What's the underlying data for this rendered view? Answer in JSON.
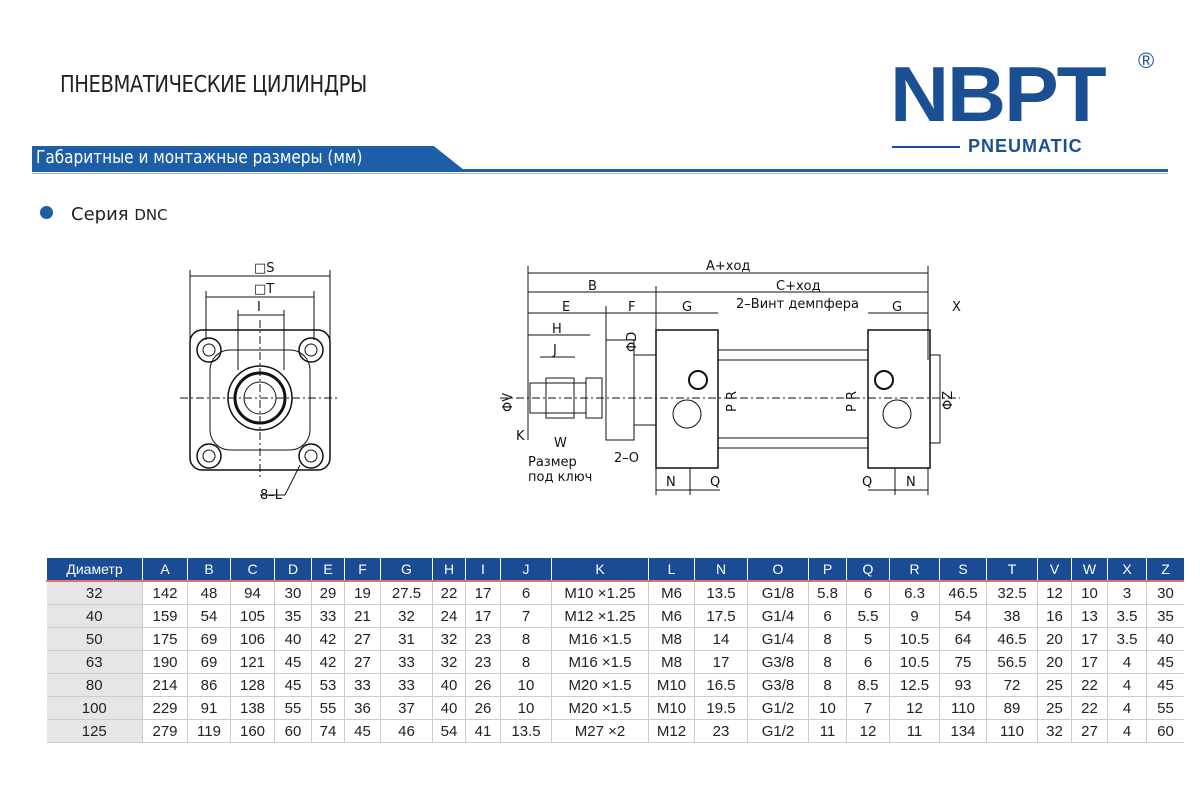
{
  "header": {
    "title": "ПНЕВМАТИЧЕСКИЕ ЦИЛИНДРЫ",
    "section": "Габаритные и монтажные размеры (мм)",
    "series_label": "Серия",
    "series_name": "DNC"
  },
  "logo": {
    "brand": "NBPT",
    "sub": "PNEUMATIC",
    "reg": "®"
  },
  "drawing": {
    "front": {
      "S": "□S",
      "T": "□T",
      "I": "I",
      "L": "8–L"
    },
    "side": {
      "A": "A+ход",
      "B": "B",
      "C": "C+ход",
      "E": "E",
      "F": "F",
      "G1": "G",
      "G2": "G",
      "X": "X",
      "screw": "2–Винт демпфера",
      "H": "H",
      "J": "J",
      "D": "ΦD",
      "V": "ΦV",
      "K": "K",
      "W": "W",
      "wrench": [
        "Размер",
        "под ключ"
      ],
      "O": "2–O",
      "PR1": "P R",
      "PR2": "P R",
      "Z": "ΦZ",
      "N1": "N",
      "Q1": "Q",
      "Q2": "Q",
      "N2": "N"
    }
  },
  "table": {
    "headers": [
      "Диаметр",
      "A",
      "B",
      "C",
      "D",
      "E",
      "F",
      "G",
      "H",
      "I",
      "J",
      "K",
      "L",
      "N",
      "O",
      "P",
      "Q",
      "R",
      "S",
      "T",
      "V",
      "W",
      "X",
      "Z"
    ],
    "rows": [
      [
        "32",
        "142",
        "48",
        "94",
        "30",
        "29",
        "19",
        "27.5",
        "22",
        "17",
        "6",
        "M10 ×1.25",
        "M6",
        "13.5",
        "G1/8",
        "5.8",
        "6",
        "6.3",
        "46.5",
        "32.5",
        "12",
        "10",
        "3",
        "30"
      ],
      [
        "40",
        "159",
        "54",
        "105",
        "35",
        "33",
        "21",
        "32",
        "24",
        "17",
        "7",
        "M12 ×1.25",
        "M6",
        "17.5",
        "G1/4",
        "6",
        "5.5",
        "9",
        "54",
        "38",
        "16",
        "13",
        "3.5",
        "35"
      ],
      [
        "50",
        "175",
        "69",
        "106",
        "40",
        "42",
        "27",
        "31",
        "32",
        "23",
        "8",
        "M16 ×1.5",
        "M8",
        "14",
        "G1/4",
        "8",
        "5",
        "10.5",
        "64",
        "46.5",
        "20",
        "17",
        "3.5",
        "40"
      ],
      [
        "63",
        "190",
        "69",
        "121",
        "45",
        "42",
        "27",
        "33",
        "32",
        "23",
        "8",
        "M16 ×1.5",
        "M8",
        "17",
        "G3/8",
        "8",
        "6",
        "10.5",
        "75",
        "56.5",
        "20",
        "17",
        "4",
        "45"
      ],
      [
        "80",
        "214",
        "86",
        "128",
        "45",
        "53",
        "33",
        "33",
        "40",
        "26",
        "10",
        "M20 ×1.5",
        "M10",
        "16.5",
        "G3/8",
        "8",
        "8.5",
        "12.5",
        "93",
        "72",
        "25",
        "22",
        "4",
        "45"
      ],
      [
        "100",
        "229",
        "91",
        "138",
        "55",
        "55",
        "36",
        "37",
        "40",
        "26",
        "10",
        "M20 ×1.5",
        "M10",
        "19.5",
        "G1/2",
        "10",
        "7",
        "12",
        "110",
        "89",
        "25",
        "22",
        "4",
        "55"
      ],
      [
        "125",
        "279",
        "119",
        "160",
        "60",
        "74",
        "45",
        "46",
        "54",
        "41",
        "13.5",
        "M27 ×2",
        "M12",
        "23",
        "G1/2",
        "11",
        "12",
        "11",
        "134",
        "110",
        "32",
        "27",
        "4",
        "60"
      ]
    ]
  }
}
